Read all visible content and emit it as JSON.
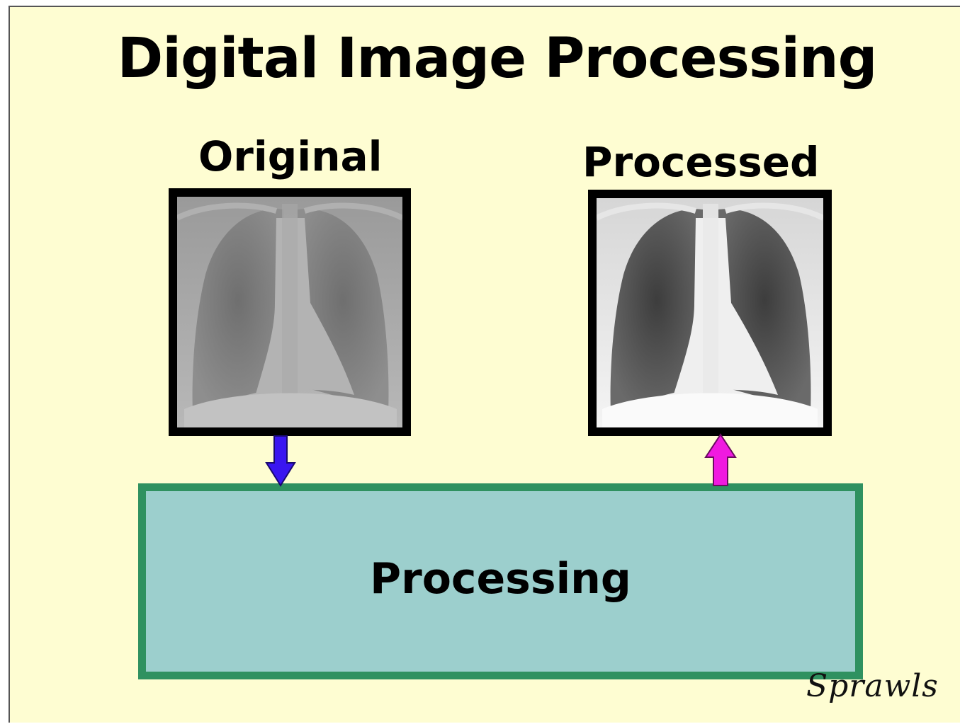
{
  "title": "Digital Image Processing",
  "original_label": "Original",
  "processed_label": "Processed",
  "process_label": "Processing",
  "signature": "Sprawls",
  "colors": {
    "background": "#fefdd2",
    "process_fill": "#9ccfcd",
    "process_border": "#2f9160",
    "input_arrow": "#3a16f0",
    "output_arrow": "#f01ae0",
    "frame": "#000000"
  }
}
